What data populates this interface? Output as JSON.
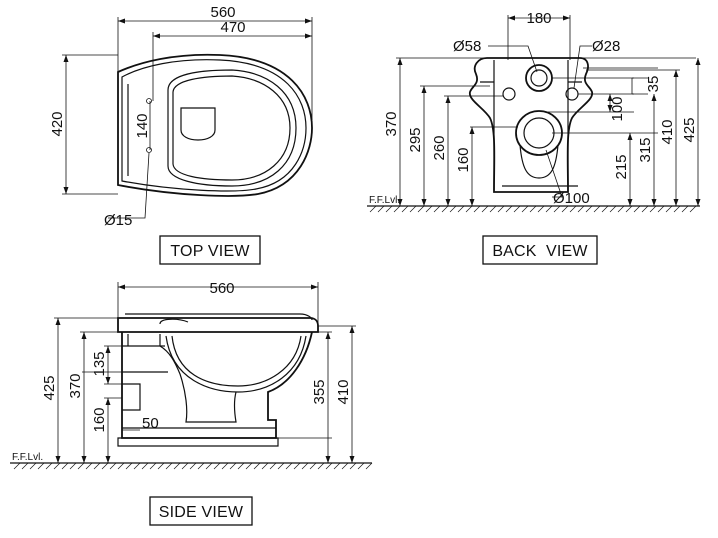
{
  "top_view": {
    "caption": "TOP VIEW",
    "dims": {
      "width_overall": "560",
      "width_bowl": "470",
      "depth": "420",
      "hole_spacing": "140",
      "hole_dia": "Ø15"
    }
  },
  "back_view": {
    "caption": "BACK  VIEW",
    "dims": {
      "width_top": "180",
      "dia_inlet": "Ø58",
      "dia_fix": "Ø28",
      "d35": "35",
      "h370": "370",
      "h295": "295",
      "h260": "260",
      "h160": "160",
      "h100": "100",
      "h215": "215",
      "h315": "315",
      "h410": "410",
      "h425": "425",
      "dia_outlet": "Ø100"
    },
    "floor_label": "F.F.Lvl."
  },
  "side_view": {
    "caption": "SIDE VIEW",
    "dims": {
      "width_overall": "560",
      "h425": "425",
      "h370": "370",
      "h135": "135",
      "h160": "160",
      "d50": "50",
      "h355": "355",
      "h410": "410"
    },
    "floor_label": "F.F.Lvl."
  }
}
